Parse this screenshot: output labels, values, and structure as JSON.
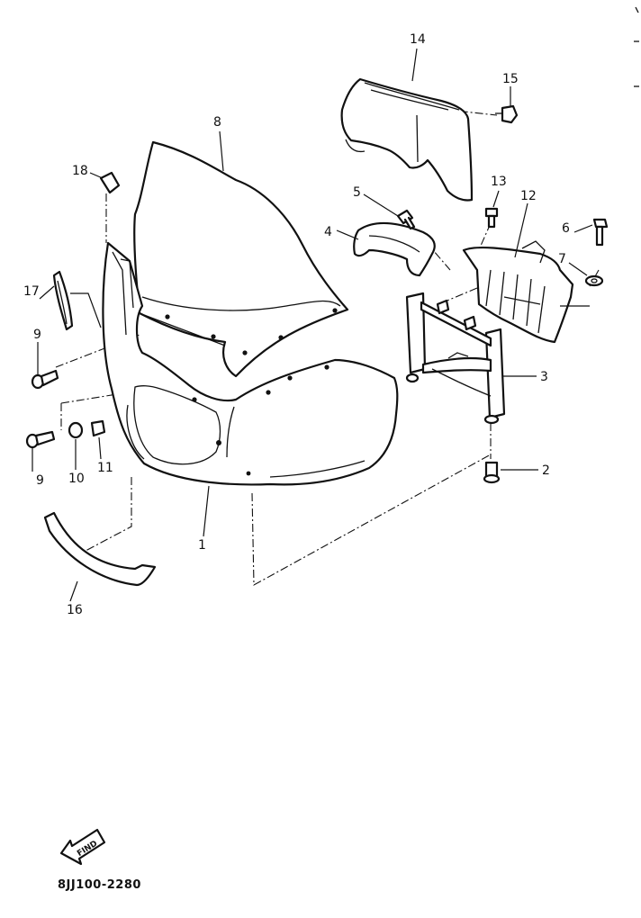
{
  "callouts": {
    "c1": "1",
    "c2": "2",
    "c3": "3",
    "c4": "4",
    "c5": "5",
    "c6": "6",
    "c7": "7",
    "c8": "8",
    "c9a": "9",
    "c9b": "9",
    "c10": "10",
    "c11": "11",
    "c12": "12",
    "c13": "13",
    "c14": "14",
    "c15": "15",
    "c16": "16",
    "c17": "17",
    "c18": "18"
  },
  "find_label": "FIND",
  "drawing_code": "8JJ100-2280"
}
